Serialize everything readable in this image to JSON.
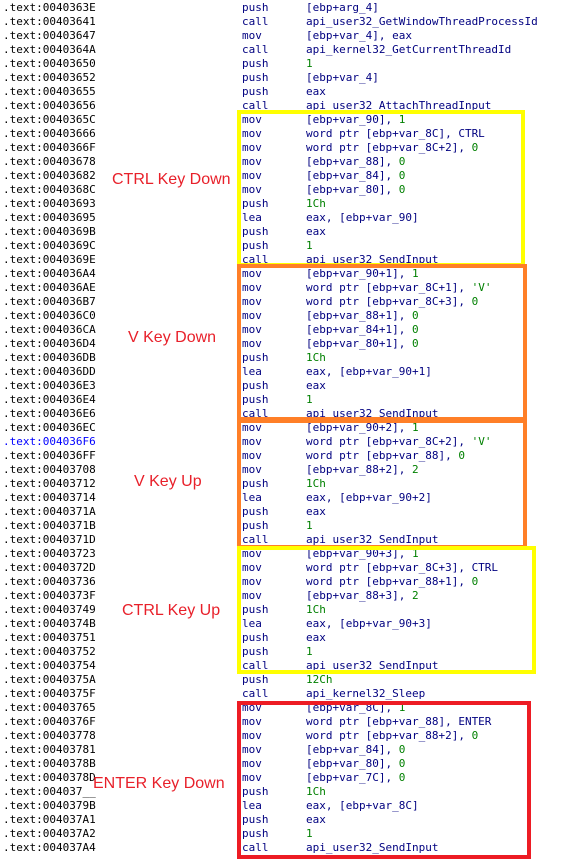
{
  "rows": [
    {
      "addr": ".text:0040363E",
      "mnemonic": "push",
      "operands": "[ebp+arg_4]"
    },
    {
      "addr": ".text:00403641",
      "mnemonic": "call",
      "operands": "api_user32_GetWindowThreadProcessId"
    },
    {
      "addr": ".text:00403647",
      "mnemonic": "mov",
      "operands": "[ebp+var_4], eax"
    },
    {
      "addr": ".text:0040364A",
      "mnemonic": "call",
      "operands": "api_kernel32_GetCurrentThreadId"
    },
    {
      "addr": ".text:00403650",
      "mnemonic": "push",
      "operands": "1"
    },
    {
      "addr": ".text:00403652",
      "mnemonic": "push",
      "operands": "[ebp+var_4]"
    },
    {
      "addr": ".text:00403655",
      "mnemonic": "push",
      "operands": "eax"
    },
    {
      "addr": ".text:00403656",
      "mnemonic": "call",
      "operands": "api_user32_AttachThreadInput"
    },
    {
      "addr": ".text:0040365C",
      "mnemonic": "mov",
      "operands": "[ebp+var_90], 1"
    },
    {
      "addr": ".text:00403666",
      "mnemonic": "mov",
      "operands": "word ptr [ebp+var_8C], CTRL"
    },
    {
      "addr": ".text:0040366F",
      "mnemonic": "mov",
      "operands": "word ptr [ebp+var_8C+2], 0"
    },
    {
      "addr": ".text:00403678",
      "mnemonic": "mov",
      "operands": "[ebp+var_88], 0"
    },
    {
      "addr": ".text:00403682",
      "mnemonic": "mov",
      "operands": "[ebp+var_84], 0"
    },
    {
      "addr": ".text:0040368C",
      "mnemonic": "mov",
      "operands": "[ebp+var_80], 0"
    },
    {
      "addr": ".text:00403693",
      "mnemonic": "push",
      "operands": "1Ch"
    },
    {
      "addr": ".text:00403695",
      "mnemonic": "lea",
      "operands": "eax, [ebp+var_90]"
    },
    {
      "addr": ".text:0040369B",
      "mnemonic": "push",
      "operands": "eax"
    },
    {
      "addr": ".text:0040369C",
      "mnemonic": "push",
      "operands": "1"
    },
    {
      "addr": ".text:0040369E",
      "mnemonic": "call",
      "operands": "api_user32_SendInput"
    },
    {
      "addr": ".text:004036A4",
      "mnemonic": "mov",
      "operands": "[ebp+var_90+1], 1"
    },
    {
      "addr": ".text:004036AE",
      "mnemonic": "mov",
      "operands": "word ptr [ebp+var_8C+1], 'V'"
    },
    {
      "addr": ".text:004036B7",
      "mnemonic": "mov",
      "operands": "word ptr [ebp+var_8C+3], 0"
    },
    {
      "addr": ".text:004036C0",
      "mnemonic": "mov",
      "operands": "[ebp+var_88+1], 0"
    },
    {
      "addr": ".text:004036CA",
      "mnemonic": "mov",
      "operands": "[ebp+var_84+1], 0"
    },
    {
      "addr": ".text:004036D4",
      "mnemonic": "mov",
      "operands": "[ebp+var_80+1], 0"
    },
    {
      "addr": ".text:004036DB",
      "mnemonic": "push",
      "operands": "1Ch"
    },
    {
      "addr": ".text:004036DD",
      "mnemonic": "lea",
      "operands": "eax, [ebp+var_90+1]"
    },
    {
      "addr": ".text:004036E3",
      "mnemonic": "push",
      "operands": "eax"
    },
    {
      "addr": ".text:004036E4",
      "mnemonic": "push",
      "operands": "1"
    },
    {
      "addr": ".text:004036E6",
      "mnemonic": "call",
      "operands": "api_user32_SendInput"
    },
    {
      "addr": ".text:004036EC",
      "mnemonic": "mov",
      "operands": "[ebp+var_90+2], 1"
    },
    {
      "addr": ".text:004036F6",
      "mnemonic": "mov",
      "operands": "word ptr [ebp+var_8C+2], 'V'",
      "highlight": true
    },
    {
      "addr": ".text:004036FF",
      "mnemonic": "mov",
      "operands": "word ptr [ebp+var_88], 0"
    },
    {
      "addr": ".text:00403708",
      "mnemonic": "mov",
      "operands": "[ebp+var_88+2], 2"
    },
    {
      "addr": ".text:00403712",
      "mnemonic": "push",
      "operands": "1Ch"
    },
    {
      "addr": ".text:00403714",
      "mnemonic": "lea",
      "operands": "eax, [ebp+var_90+2]"
    },
    {
      "addr": ".text:0040371A",
      "mnemonic": "push",
      "operands": "eax"
    },
    {
      "addr": ".text:0040371B",
      "mnemonic": "push",
      "operands": "1"
    },
    {
      "addr": ".text:0040371D",
      "mnemonic": "call",
      "operands": "api_user32_SendInput"
    },
    {
      "addr": ".text:00403723",
      "mnemonic": "mov",
      "operands": "[ebp+var_90+3], 1"
    },
    {
      "addr": ".text:0040372D",
      "mnemonic": "mov",
      "operands": "word ptr [ebp+var_8C+3], CTRL"
    },
    {
      "addr": ".text:00403736",
      "mnemonic": "mov",
      "operands": "word ptr [ebp+var_88+1], 0"
    },
    {
      "addr": ".text:0040373F",
      "mnemonic": "mov",
      "operands": "[ebp+var_88+3], 2"
    },
    {
      "addr": ".text:00403749",
      "mnemonic": "push",
      "operands": "1Ch"
    },
    {
      "addr": ".text:0040374B",
      "mnemonic": "lea",
      "operands": "eax, [ebp+var_90+3]"
    },
    {
      "addr": ".text:00403751",
      "mnemonic": "push",
      "operands": "eax"
    },
    {
      "addr": ".text:00403752",
      "mnemonic": "push",
      "operands": "1"
    },
    {
      "addr": ".text:00403754",
      "mnemonic": "call",
      "operands": "api_user32_SendInput"
    },
    {
      "addr": ".text:0040375A",
      "mnemonic": "push",
      "operands": "12Ch"
    },
    {
      "addr": ".text:0040375F",
      "mnemonic": "call",
      "operands": "api_kernel32_Sleep"
    },
    {
      "addr": ".text:00403765",
      "mnemonic": "mov",
      "operands": "[ebp+var_8C], 1"
    },
    {
      "addr": ".text:0040376F",
      "mnemonic": "mov",
      "operands": "word ptr [ebp+var_88], ENTER"
    },
    {
      "addr": ".text:00403778",
      "mnemonic": "mov",
      "operands": "word ptr [ebp+var_88+2], 0"
    },
    {
      "addr": ".text:00403781",
      "mnemonic": "mov",
      "operands": "[ebp+var_84], 0"
    },
    {
      "addr": ".text:0040378B",
      "mnemonic": "mov",
      "operands": "[ebp+var_80], 0"
    },
    {
      "addr": ".text:0040378D",
      "mnemonic": "mov",
      "operands": "[ebp+var_7C], 0"
    },
    {
      "addr": ".text:004037__",
      "mnemonic": "push",
      "operands": "1Ch"
    },
    {
      "addr": ".text:0040379B",
      "mnemonic": "lea",
      "operands": "eax, [ebp+var_8C]"
    },
    {
      "addr": ".text:004037A1",
      "mnemonic": "push",
      "operands": "eax"
    },
    {
      "addr": ".text:004037A2",
      "mnemonic": "push",
      "operands": "1"
    },
    {
      "addr": ".text:004037A4",
      "mnemonic": "call",
      "operands": "api_user32_SendInput"
    }
  ],
  "annotations": {
    "ctrl_key_down": "CTRL Key Down",
    "v_key_down": "V Key Down",
    "v_key_up": "V Key Up",
    "ctrl_key_up": "CTRL Key Up",
    "enter_key_down": "ENTER Key Down"
  },
  "colors": {
    "text_address": "#000000",
    "text_address_highlight": "#0000ff",
    "text_instruction": "#000080",
    "text_number": "#008000",
    "box_ctrl": "#ffff00",
    "box_v": "#ff7f27",
    "box_enter": "#ed1c24",
    "label": "#e8202a"
  }
}
